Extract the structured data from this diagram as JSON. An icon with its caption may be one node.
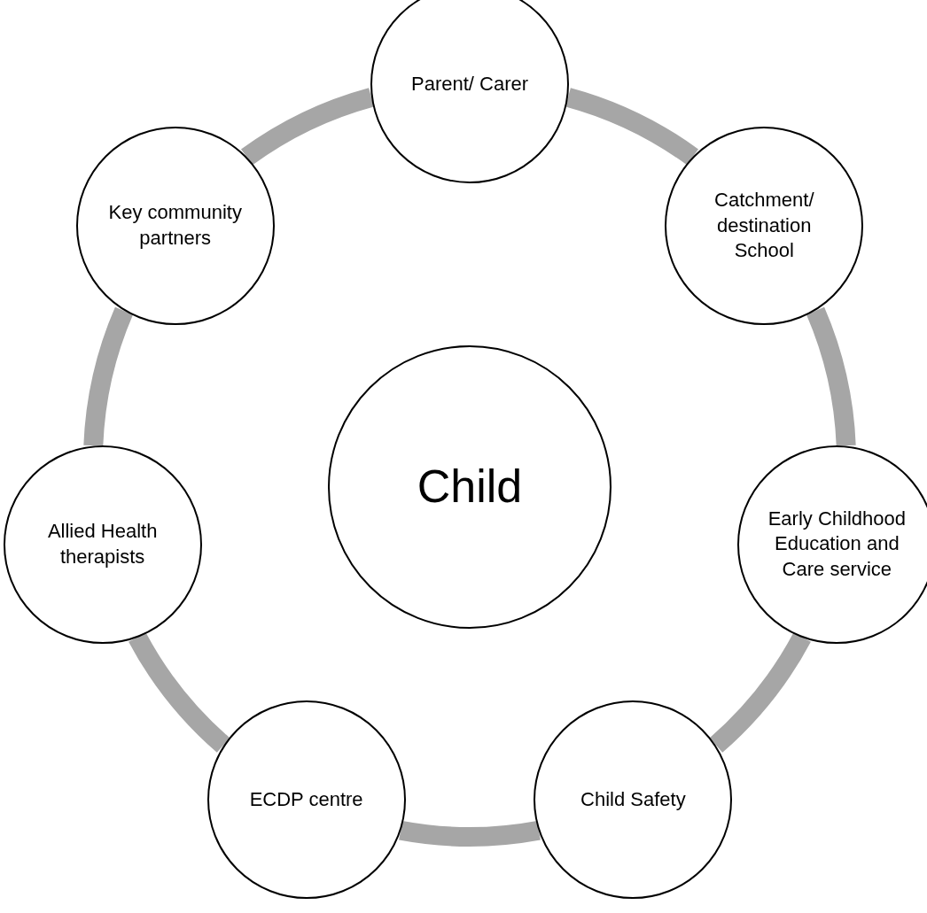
{
  "diagram": {
    "nodes": [
      {
        "text": [
          "Parent/ Carer"
        ]
      },
      {
        "text": [
          "Catchment/ destination School"
        ]
      },
      {
        "text": [
          "Early Childhood Education and Care service"
        ]
      },
      {
        "text": [
          "Child Safety"
        ]
      },
      {
        "text": [
          "ECDP centre"
        ]
      },
      {
        "text": [
          "Allied Health therapists"
        ]
      },
      {
        "text": [
          "Key community partners"
        ]
      },
      {
        "text": [
          "Child"
        ]
      }
    ],
    "edges": [
      {
        "from": 0,
        "to": 1,
        "arrow": "none"
      },
      {
        "from": 1,
        "to": 2,
        "arrow": "none"
      },
      {
        "from": 2,
        "to": 3,
        "arrow": "none"
      },
      {
        "from": 3,
        "to": 4,
        "arrow": "none"
      },
      {
        "from": 4,
        "to": 5,
        "arrow": "none"
      },
      {
        "from": 5,
        "to": 6,
        "arrow": "none"
      },
      {
        "from": 6,
        "to": 0,
        "arrow": "none"
      }
    ]
  }
}
